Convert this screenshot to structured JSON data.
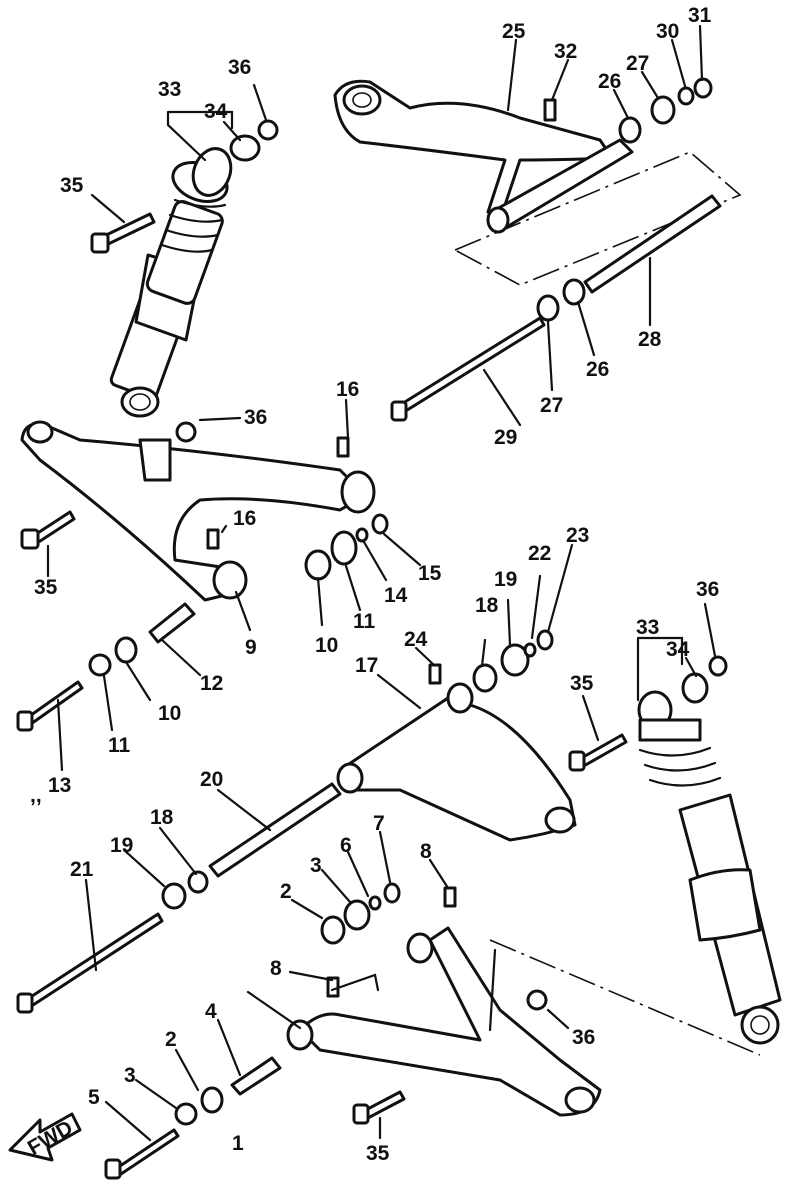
{
  "labels": [
    "1",
    "2",
    "3",
    "4",
    "5",
    "6",
    "7",
    "8",
    "9",
    "10",
    "11",
    "12",
    "13",
    "14",
    "15",
    "16",
    "17",
    "18",
    "19",
    "20",
    "21",
    "22",
    "23",
    "24",
    "25",
    "26",
    "27",
    "28",
    "29",
    "30",
    "31",
    "32",
    "33",
    "34",
    "35",
    "36"
  ],
  "fwd_arrow": "FWD",
  "stray_mark": ",,"
}
